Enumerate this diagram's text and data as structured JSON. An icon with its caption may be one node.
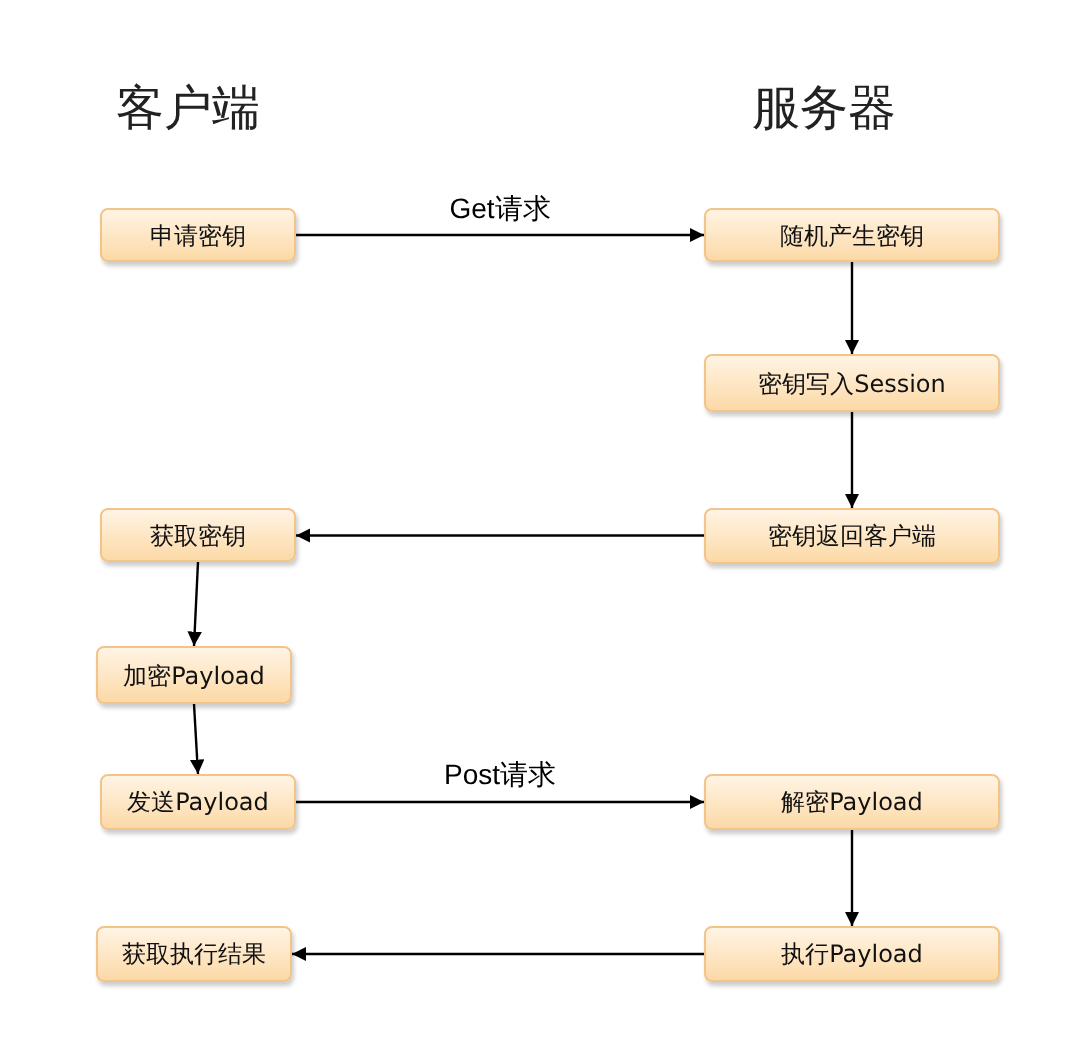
{
  "diagram": {
    "nodes": [
      {
        "text": [
          "申请密钥"
        ]
      },
      {
        "text": [
          "随机产生密钥"
        ]
      },
      {
        "text": [
          "密钥写入Session"
        ]
      },
      {
        "text": [
          "密钥返回客户端"
        ]
      },
      {
        "text": [
          "获取密钥"
        ]
      },
      {
        "text": [
          "加密Payload"
        ]
      },
      {
        "text": [
          "发送Payload"
        ]
      },
      {
        "text": [
          "解密Payload"
        ]
      },
      {
        "text": [
          "执行Payload"
        ]
      },
      {
        "text": [
          "获取执行结果"
        ]
      }
    ],
    "edges": [
      {
        "from": 0,
        "to": 1,
        "arrow": "to",
        "label": "Get请求"
      },
      {
        "from": 1,
        "to": 2,
        "arrow": "to"
      },
      {
        "from": 2,
        "to": 3,
        "arrow": "to"
      },
      {
        "from": 3,
        "to": 4,
        "arrow": "to"
      },
      {
        "from": 4,
        "to": 5,
        "arrow": "to"
      },
      {
        "from": 5,
        "to": 6,
        "arrow": "to"
      },
      {
        "from": 6,
        "to": 7,
        "arrow": "to",
        "label": "Post请求"
      },
      {
        "from": 7,
        "to": 8,
        "arrow": "to"
      },
      {
        "from": 8,
        "to": 9,
        "arrow": "to"
      }
    ],
    "labels": [
      "客户端",
      "服务器"
    ]
  }
}
